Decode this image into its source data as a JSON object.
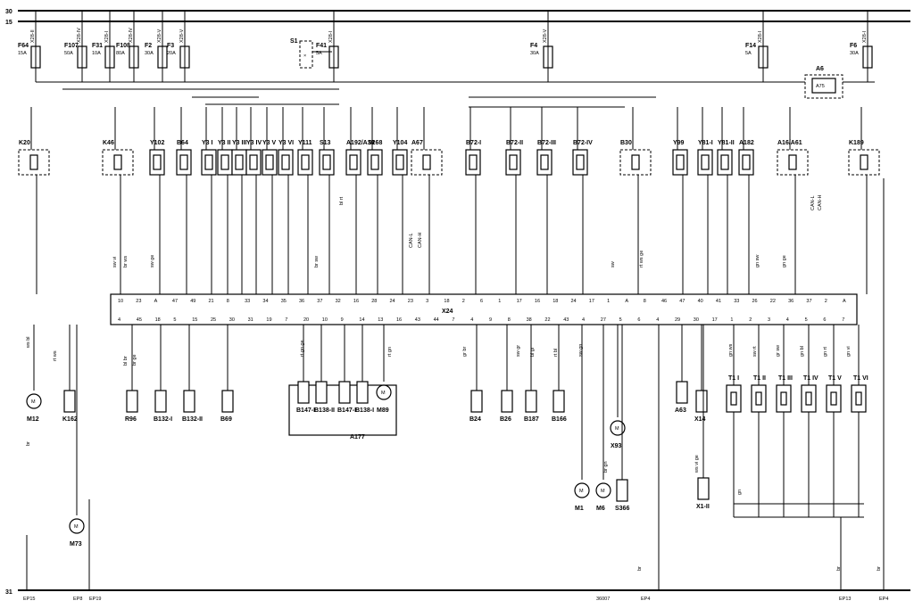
{
  "rails": {
    "t30": "30",
    "t15": "15",
    "t31": "31"
  },
  "ground_points": [
    "EP15",
    "EP8",
    "EP19",
    "36007",
    "EP4",
    "EP13",
    "EP4"
  ],
  "ecu": {
    "name": "X24"
  },
  "fuses": [
    {
      "id": "F64",
      "rating": "15A",
      "conn": "X28-II"
    },
    {
      "id": "F107",
      "rating": "50A",
      "conn": "X28-IV"
    },
    {
      "id": "F31",
      "rating": "10A",
      "conn": "X28-I"
    },
    {
      "id": "F108",
      "rating": "80A",
      "conn": "X28-IV"
    },
    {
      "id": "F2",
      "rating": "30A",
      "conn": "X28-V"
    },
    {
      "id": "F3",
      "rating": "20A",
      "conn": "X28-V"
    },
    {
      "id": "F41",
      "rating": "5A",
      "conn": "X28-I"
    },
    {
      "id": "F4",
      "rating": "30A",
      "conn": "X28-V"
    },
    {
      "id": "F14",
      "rating": "5A",
      "conn": "X28-I"
    },
    {
      "id": "F6",
      "rating": "30A",
      "conn": "X28-I"
    }
  ],
  "top_components": [
    "K20",
    "K46",
    "Y102",
    "B64",
    "Y3 I",
    "Y3 II",
    "Y3 III",
    "Y3 IV",
    "Y3 V",
    "Y3 VI",
    "Y111",
    "S13",
    "A192/A39",
    "S268",
    "Y104",
    "A67",
    "B72-I",
    "B72-II",
    "B72-III",
    "B72-IV",
    "B30",
    "Y99",
    "Y81-I",
    "Y81-II",
    "A182",
    "A16/A61",
    "K189"
  ],
  "special": {
    "s1": "S1",
    "a6": "A6",
    "a75": "A75"
  },
  "bottom_components": [
    "M12",
    "K162",
    "M73",
    "R96",
    "B132-I",
    "B132-II",
    "B69",
    "B147-I",
    "B138-II",
    "B147-I",
    "B138-I",
    "M89",
    "A177",
    "B24",
    "B26",
    "B187",
    "B166",
    "X93",
    "M1",
    "M6",
    "S366",
    "A63",
    "X14",
    "X1-II"
  ],
  "injectors": [
    "T1 I",
    "T1 II",
    "T1 III",
    "T1 IV",
    "T1 V",
    "T1 VI"
  ],
  "can": {
    "low": "CAN-L",
    "high": "CAN-H"
  },
  "ecu_top_pins": [
    "10",
    "23",
    "A",
    "47",
    "49",
    "21",
    "8",
    "33",
    "34",
    "35",
    "36",
    "37",
    "32",
    "16",
    "28",
    "24",
    "23",
    "3",
    "18",
    "2",
    "6",
    "1",
    "17",
    "16",
    "18",
    "24",
    "17",
    "1",
    "A",
    "8",
    "46",
    "47",
    "40",
    "41",
    "33",
    "26",
    "22",
    "36",
    "37",
    "2",
    "A"
  ],
  "ecu_bottom_pins": [
    "4",
    "45",
    "18",
    "5",
    "15",
    "25",
    "30",
    "31",
    "19",
    "7",
    "20",
    "10",
    "9",
    "14",
    "13",
    "16",
    "43",
    "44",
    "7",
    "4",
    "9",
    "8",
    "38",
    "22",
    "43",
    "4",
    "27",
    "5",
    "6",
    "4",
    "29",
    "30",
    "17",
    "1",
    "2",
    "3",
    "4",
    "5",
    "6",
    "7"
  ],
  "wire_colors": [
    "ws bl",
    "rt ws",
    "br",
    "rt",
    "sw vi",
    "br ws",
    "sw ge",
    "ge",
    "bl br",
    "br ge",
    "gr br",
    "rt gn",
    "sw gn",
    "sw gr",
    "bl gr",
    "rt bl",
    "gn",
    "gn sw",
    "gn ge",
    "br sw",
    "ws vi ge",
    "gr sw",
    "gn rt",
    "br gn",
    "sw rt",
    "gn ws",
    "gn bl",
    "gn vi",
    "bl rt",
    "ws gn",
    "ws rt",
    "vi ge",
    "rt ws ge",
    "rt gn ge",
    "sw rt",
    "sw"
  ]
}
